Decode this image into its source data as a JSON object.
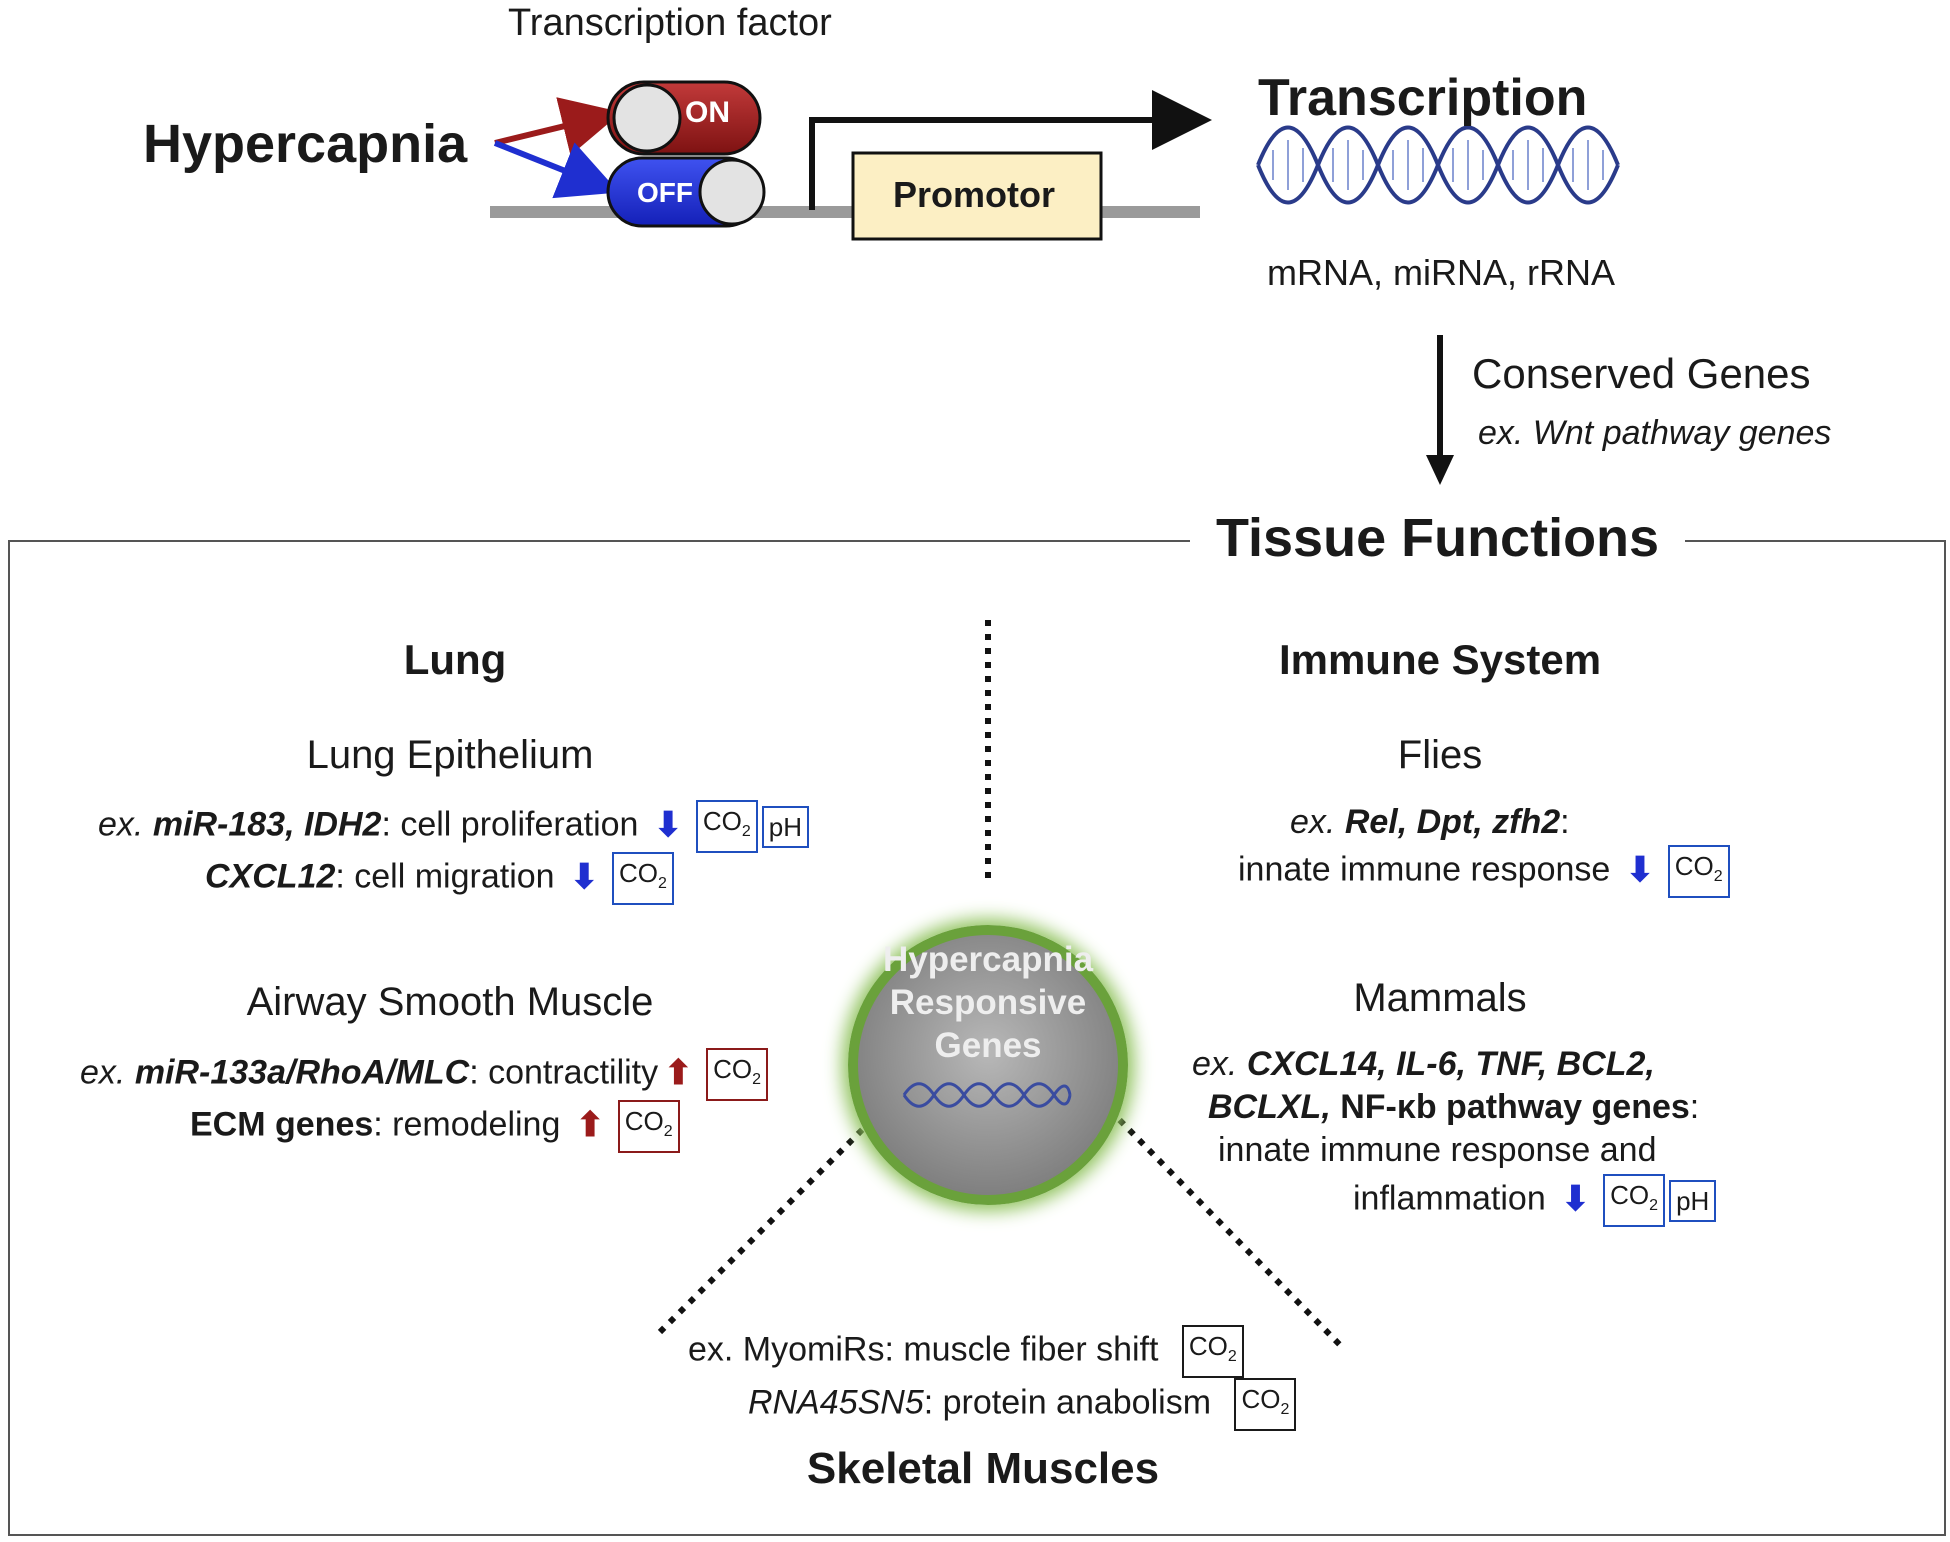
{
  "top": {
    "tf_label": "Transcription factor",
    "hypercapnia": "Hypercapnia",
    "on": "ON",
    "off": "OFF",
    "promotor": "Promotor",
    "transcription": "Transcription",
    "rna_types": "mRNA, miRNA, rRNA",
    "conserved": "Conserved Genes",
    "conserved_ex": "ex. Wnt pathway genes",
    "tissue_functions": "Tissue Functions"
  },
  "center": {
    "line1": "Hypercapnia",
    "line2": "Responsive",
    "line3": "Genes"
  },
  "lung": {
    "title": "Lung",
    "epithelium": "Lung Epithelium",
    "ep1_ex": "ex.",
    "ep1_genes": "miR-183, IDH2",
    "ep1_text": ": cell proliferation",
    "ep2_genes": "CXCL12",
    "ep2_text": ": cell migration",
    "asm": "Airway Smooth Muscle",
    "asm1_ex": "ex.",
    "asm1_genes": "miR-133a/RhoA/MLC",
    "asm1_text": ": contractility",
    "asm2_genes": "ECM genes",
    "asm2_text": ": remodeling"
  },
  "immune": {
    "title": "Immune System",
    "flies": "Flies",
    "flies_ex": "ex.",
    "flies_genes": "Rel, Dpt, zfh2",
    "flies_colon": ":",
    "flies_text": "innate immune response",
    "mammals": "Mammals",
    "mam_ex": "ex.",
    "mam_genes1": "CXCL14, IL-6, TNF, BCL2,",
    "mam_genes2": "BCLXL,",
    "mam_genes3": "NF-κb pathway genes",
    "mam_colon": ":",
    "mam_text1": "innate immune response and",
    "mam_text2": "inflammation"
  },
  "skeletal": {
    "title": "Skeletal Muscles",
    "l1_ex": "ex. MyomiRs",
    "l1_text": ": muscle fiber shift",
    "l2_gene": "RNA45SN5",
    "l2_text": ": protein anabolism"
  },
  "labels": {
    "co2": "CO",
    "co2_sub": "2",
    "ph": "pH"
  },
  "colors": {
    "on_switch": "#a01c1c",
    "off_switch": "#1c2fd8",
    "promotor_fill": "#fcefc4",
    "down_arrow": "#1f2fd0",
    "up_arrow": "#9b1b1b",
    "circle_ring": "#6aa13b"
  }
}
